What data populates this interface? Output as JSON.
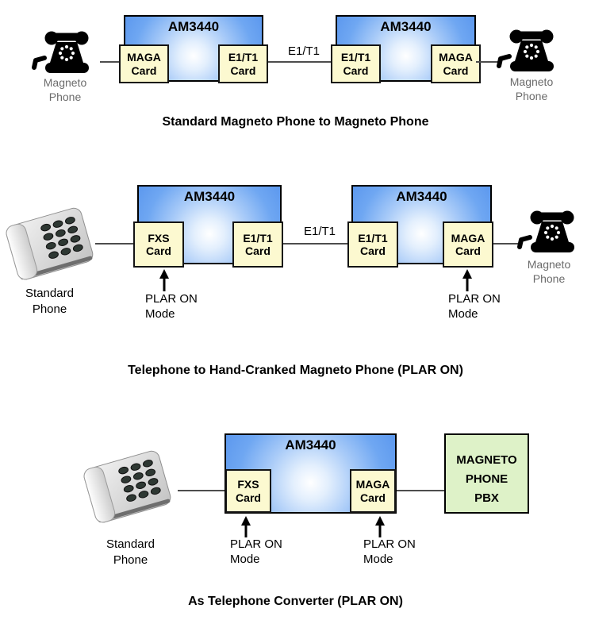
{
  "colors": {
    "am3440_blue": "#5c98ee",
    "card_yellow": "#fcf9d0",
    "pbx_green": "#def2c8",
    "connector_gray": "#4d4d4d",
    "magneto_label_gray": "#6b6b6b",
    "text_black": "#000000"
  },
  "icons": {
    "magneto_phone": "rotary-crank-phone-silhouette",
    "standard_phone": "gray-desk-phone-3d",
    "plar_arrow": "up-arrow"
  },
  "sections": [
    {
      "caption": "Standard Magneto Phone to Magneto Phone",
      "left_phone_label": "Magneto\nPhone",
      "right_phone_label": "Magneto\nPhone",
      "link_label": "E1/T1",
      "boxes": [
        {
          "title": "AM3440",
          "left_card": "MAGA\nCard",
          "right_card": "E1/T1\nCard"
        },
        {
          "title": "AM3440",
          "left_card": "E1/T1\nCard",
          "right_card": "MAGA\nCard"
        }
      ]
    },
    {
      "caption": "Telephone to Hand-Cranked Magneto Phone (PLAR ON)",
      "left_phone_label": "Standard\nPhone",
      "right_phone_label": "Magneto\nPhone",
      "link_label": "E1/T1",
      "boxes": [
        {
          "title": "AM3440",
          "left_card": "FXS\nCard",
          "right_card": "E1/T1\nCard",
          "left_card_note": "PLAR ON\nMode"
        },
        {
          "title": "AM3440",
          "left_card": "E1/T1\nCard",
          "right_card": "MAGA\nCard",
          "right_card_note": "PLAR ON\nMode"
        }
      ]
    },
    {
      "caption": "As Telephone Converter (PLAR ON)",
      "left_phone_label": "Standard\nPhone",
      "pbx_label": "MAGNETO\nPHONE\nPBX",
      "boxes": [
        {
          "title": "AM3440",
          "left_card": "FXS\nCard",
          "right_card": "MAGA\nCard",
          "left_card_note": "PLAR ON\nMode",
          "right_card_note": "PLAR ON\nMode"
        }
      ]
    }
  ]
}
